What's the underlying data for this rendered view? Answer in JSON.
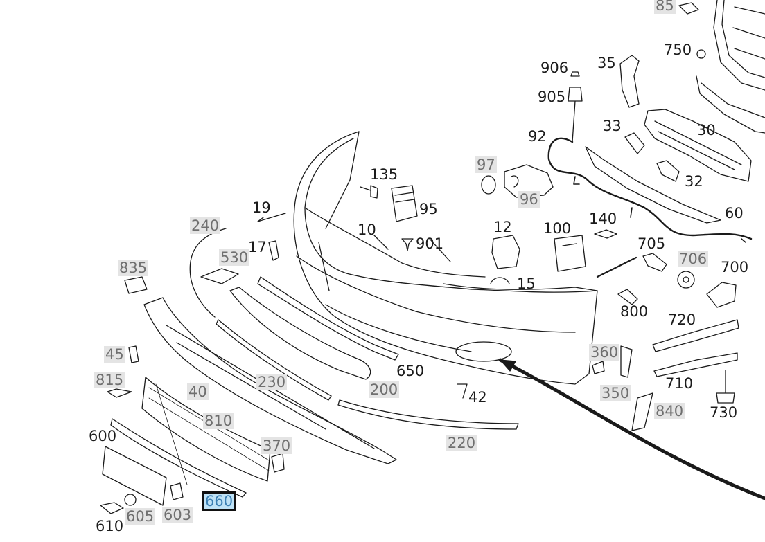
{
  "callouts": [
    {
      "id": "85",
      "style": "gray"
    },
    {
      "id": "750",
      "style": "plain"
    },
    {
      "id": "906",
      "style": "plain"
    },
    {
      "id": "35",
      "style": "plain"
    },
    {
      "id": "905",
      "style": "plain"
    },
    {
      "id": "92",
      "style": "plain"
    },
    {
      "id": "33",
      "style": "plain"
    },
    {
      "id": "30",
      "style": "plain"
    },
    {
      "id": "97",
      "style": "gray"
    },
    {
      "id": "135",
      "style": "plain"
    },
    {
      "id": "32",
      "style": "plain"
    },
    {
      "id": "96",
      "style": "gray"
    },
    {
      "id": "95",
      "style": "plain"
    },
    {
      "id": "19",
      "style": "plain"
    },
    {
      "id": "60",
      "style": "plain"
    },
    {
      "id": "240",
      "style": "gray"
    },
    {
      "id": "10",
      "style": "plain"
    },
    {
      "id": "12",
      "style": "plain"
    },
    {
      "id": "100",
      "style": "plain"
    },
    {
      "id": "140",
      "style": "plain"
    },
    {
      "id": "901",
      "style": "plain"
    },
    {
      "id": "17",
      "style": "plain"
    },
    {
      "id": "530",
      "style": "gray"
    },
    {
      "id": "705",
      "style": "plain"
    },
    {
      "id": "706",
      "style": "gray"
    },
    {
      "id": "700",
      "style": "plain"
    },
    {
      "id": "835",
      "style": "gray"
    },
    {
      "id": "15",
      "style": "plain"
    },
    {
      "id": "800",
      "style": "plain"
    },
    {
      "id": "720",
      "style": "plain"
    },
    {
      "id": "45",
      "style": "gray"
    },
    {
      "id": "360",
      "style": "gray"
    },
    {
      "id": "650",
      "style": "plain"
    },
    {
      "id": "815",
      "style": "gray"
    },
    {
      "id": "230",
      "style": "gray"
    },
    {
      "id": "200",
      "style": "gray"
    },
    {
      "id": "710",
      "style": "plain"
    },
    {
      "id": "40",
      "style": "gray"
    },
    {
      "id": "42",
      "style": "plain"
    },
    {
      "id": "350",
      "style": "gray"
    },
    {
      "id": "840",
      "style": "gray"
    },
    {
      "id": "730",
      "style": "plain"
    },
    {
      "id": "810",
      "style": "gray"
    },
    {
      "id": "600",
      "style": "plain"
    },
    {
      "id": "220",
      "style": "gray"
    },
    {
      "id": "370",
      "style": "gray"
    },
    {
      "id": "660",
      "style": "selected"
    },
    {
      "id": "605",
      "style": "gray"
    },
    {
      "id": "603",
      "style": "gray"
    },
    {
      "id": "610",
      "style": "plain"
    }
  ],
  "colors": {
    "line": "#1a1a1a",
    "label_gray_bg": "#e4e4e4",
    "label_gray_text": "#6f6f6f",
    "selected_bg": "#bfe3f7",
    "selected_text": "#3a7fb3"
  }
}
